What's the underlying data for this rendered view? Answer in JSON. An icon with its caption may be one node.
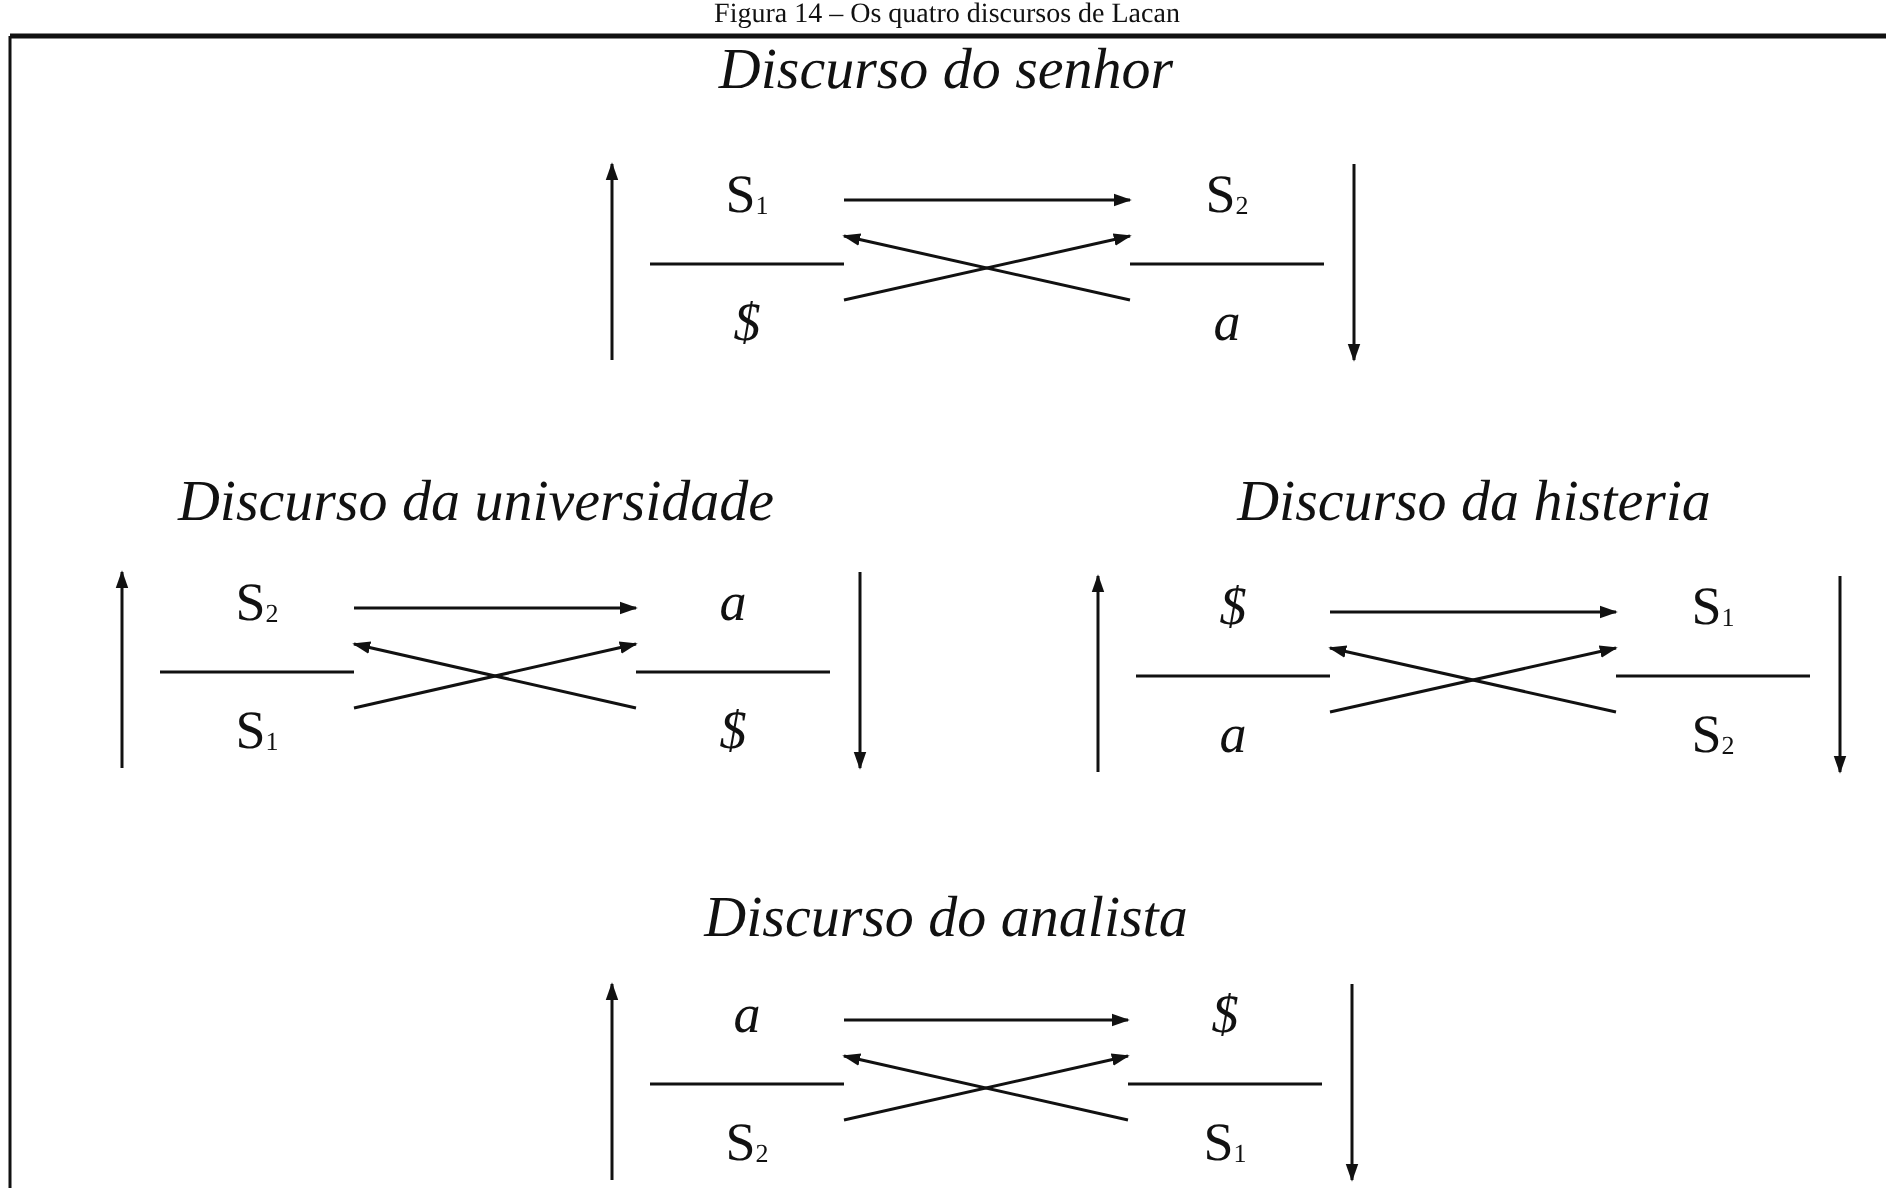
{
  "diagram": {
    "title": "Figura 14 – Os quatro discursos de Lacan",
    "nodes": [
      {
        "text": [
          "S$_{1}$"
        ]
      },
      {
        "text": [
          "S$_{2}$"
        ]
      },
      {
        "text": [
          "$"
        ]
      },
      {
        "text": [
          "a"
        ]
      },
      {
        "text": [
          "S$_{2}$"
        ]
      },
      {
        "text": [
          "a"
        ]
      },
      {
        "text": [
          "S$_{1}$"
        ]
      },
      {
        "text": [
          "$"
        ]
      },
      {
        "text": [
          "$"
        ]
      },
      {
        "text": [
          "S$_{1}$"
        ]
      },
      {
        "text": [
          "a"
        ]
      },
      {
        "text": [
          "S$_{2}$"
        ]
      },
      {
        "text": [
          "a"
        ]
      },
      {
        "text": [
          "$"
        ]
      },
      {
        "text": [
          "S$_{2}$"
        ]
      },
      {
        "text": [
          "S$_{1}$"
        ]
      }
    ],
    "edges": [
      {
        "from": 0,
        "to": 1,
        "arrow": "to"
      },
      {
        "from": 2,
        "to": 1,
        "arrow": "to"
      },
      {
        "from": 3,
        "to": 0,
        "arrow": "to"
      },
      {
        "from": 4,
        "to": 5,
        "arrow": "to"
      },
      {
        "from": 6,
        "to": 5,
        "arrow": "to"
      },
      {
        "from": 7,
        "to": 4,
        "arrow": "to"
      },
      {
        "from": 8,
        "to": 9,
        "arrow": "to"
      },
      {
        "from": 10,
        "to": 9,
        "arrow": "to"
      },
      {
        "from": 11,
        "to": 8,
        "arrow": "to"
      },
      {
        "from": 12,
        "to": 13,
        "arrow": "to"
      },
      {
        "from": 14,
        "to": 13,
        "arrow": "to"
      },
      {
        "from": 15,
        "to": 12,
        "arrow": "to"
      }
    ],
    "labels": [
      "Discurso do senhor",
      "Discurso da universidade",
      "Discurso da histeria",
      "Discurso do analista"
    ]
  }
}
